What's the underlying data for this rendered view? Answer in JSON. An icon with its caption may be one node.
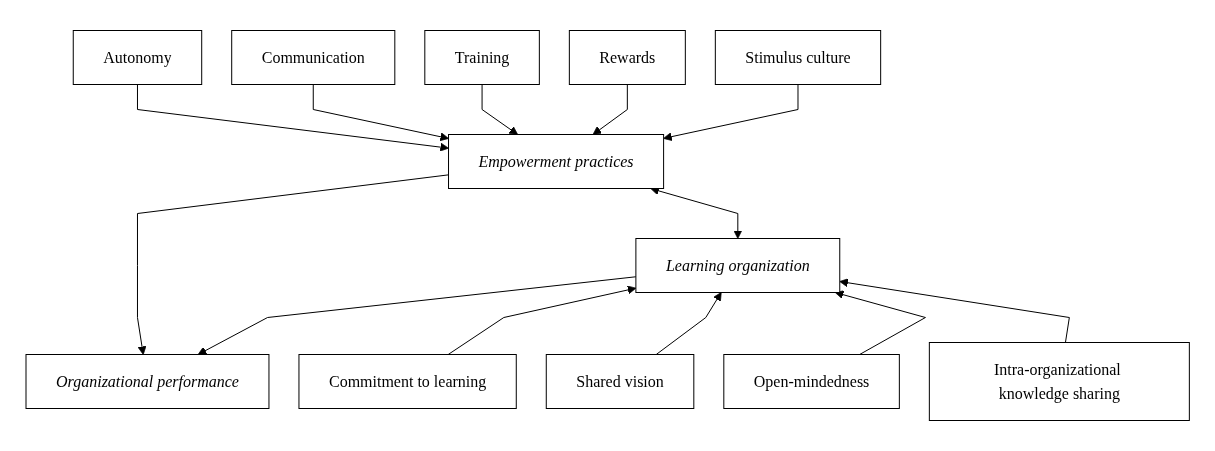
{
  "diagram": {
    "nodes": [
      {
        "text": [
          "Autonomy"
        ]
      },
      {
        "text": [
          "Communication"
        ]
      },
      {
        "text": [
          "Training"
        ]
      },
      {
        "text": [
          "Rewards"
        ]
      },
      {
        "text": [
          "Stimulus culture"
        ]
      },
      {
        "text": [
          "Empowerment practices"
        ]
      },
      {
        "text": [
          "Organizational performance"
        ]
      },
      {
        "text": [
          "Learning organization"
        ]
      },
      {
        "text": [
          "Commitment to learning"
        ]
      },
      {
        "text": [
          "Shared vision"
        ]
      },
      {
        "text": [
          "Open-mindedness"
        ]
      },
      {
        "text": [
          "Intra-organizational knowledge sharing"
        ]
      }
    ],
    "edges": [
      {
        "from": 0,
        "to": 5,
        "arrow": "to"
      },
      {
        "from": 1,
        "to": 5,
        "arrow": "to"
      },
      {
        "from": 2,
        "to": 5,
        "arrow": "to"
      },
      {
        "from": 3,
        "to": 5,
        "arrow": "to"
      },
      {
        "from": 4,
        "to": 5,
        "arrow": "to"
      },
      {
        "from": 5,
        "to": 6,
        "arrow": "to"
      },
      {
        "from": 5,
        "to": 7,
        "arrow": "both"
      },
      {
        "from": 7,
        "to": 6,
        "arrow": "to"
      },
      {
        "from": 8,
        "to": 7,
        "arrow": "to"
      },
      {
        "from": 9,
        "to": 7,
        "arrow": "to"
      },
      {
        "from": 10,
        "to": 7,
        "arrow": "to"
      },
      {
        "from": 11,
        "to": 7,
        "arrow": "to"
      }
    ]
  }
}
